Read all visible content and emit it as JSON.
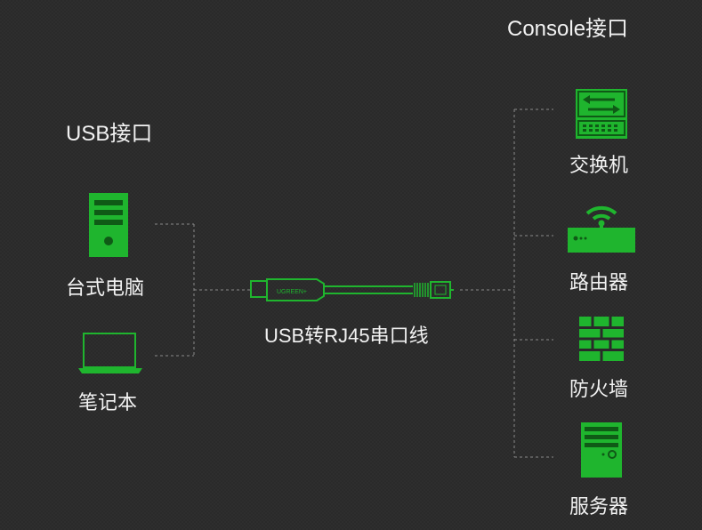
{
  "left": {
    "heading": "USB接口",
    "devices": [
      {
        "label": "台式电脑",
        "icon": "desktop-tower-icon"
      },
      {
        "label": "笔记本",
        "icon": "laptop-icon"
      }
    ]
  },
  "center": {
    "cable_label": "USB转RJ45串口线",
    "cable_icon": "usb-to-rj45-cable-icon",
    "brand_text": "UGREEN+"
  },
  "right": {
    "heading": "Console接口",
    "devices": [
      {
        "label": "交换机",
        "icon": "switch-icon"
      },
      {
        "label": "路由器",
        "icon": "router-icon"
      },
      {
        "label": "防火墙",
        "icon": "firewall-icon"
      },
      {
        "label": "服务器",
        "icon": "server-icon"
      }
    ]
  },
  "colors": {
    "accent_green": "#1fb52e",
    "dark_green": "#0f5a16",
    "background": "#2a2a2a",
    "text": "#f2f2f2",
    "connector_line": "#8a8a8a"
  }
}
